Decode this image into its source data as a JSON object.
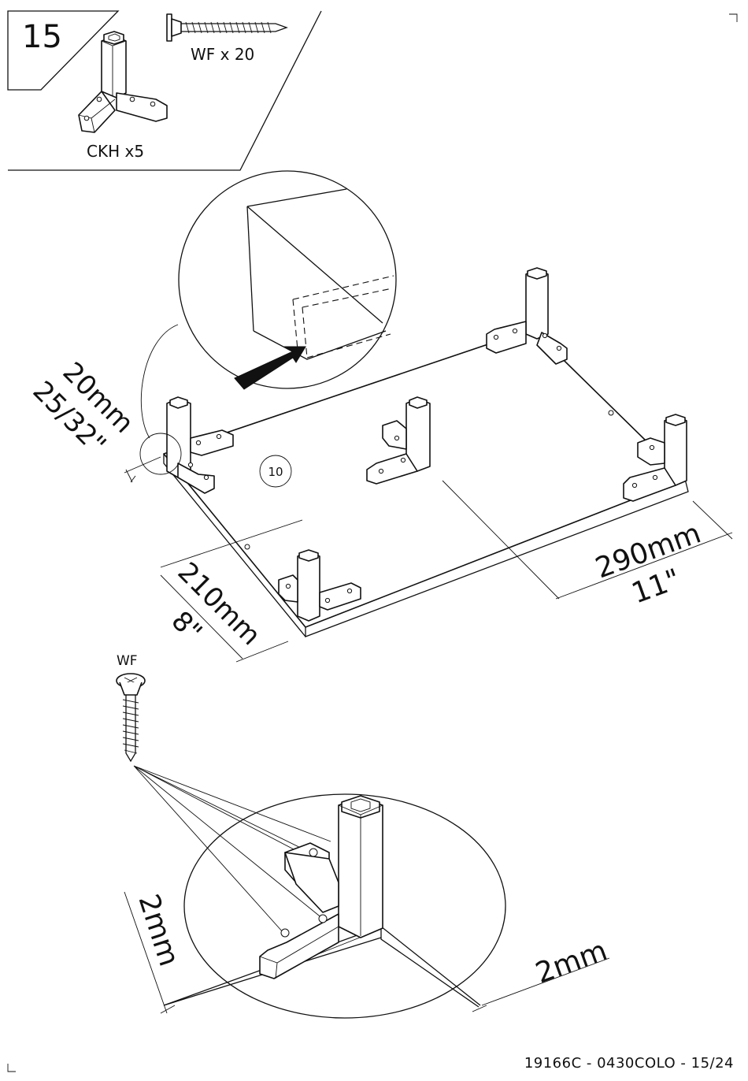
{
  "step": {
    "number": "15"
  },
  "parts": {
    "bracket_label": "CKH x5",
    "screw_label": "WF x  20",
    "screw_code": "WF"
  },
  "panel": {
    "number": "10"
  },
  "dimensions": {
    "edge_offset_mm": "20mm",
    "edge_offset_in": "25/32\"",
    "depth_offset_mm": "210mm",
    "depth_offset_in": "8\"",
    "length_offset_mm": "290mm",
    "length_offset_in": "11\"",
    "detail_left_mm": "2mm",
    "detail_right_mm": "2mm"
  },
  "footer": {
    "code": "19166C - 0430COLO - 15/24"
  }
}
